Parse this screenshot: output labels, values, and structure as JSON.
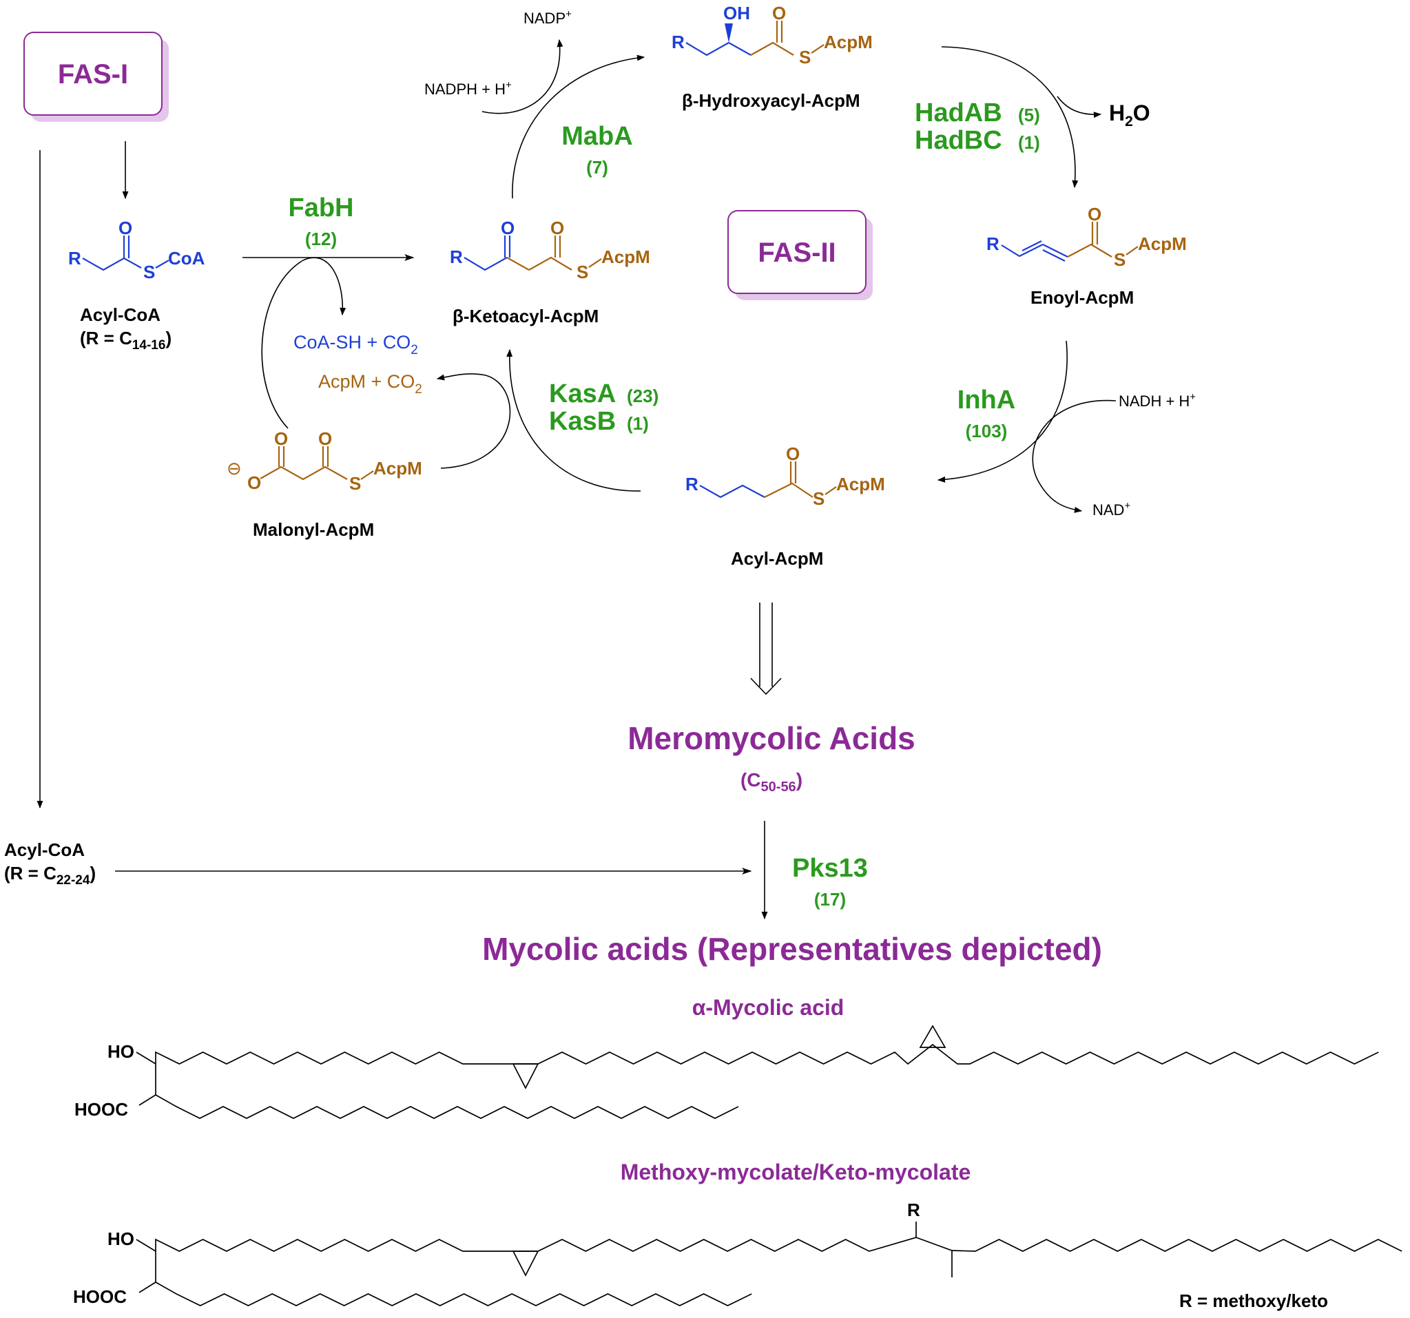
{
  "labels": {
    "fas1": "FAS-I",
    "fas2": "FAS-II",
    "acyl_coa_top_name": "Acyl-CoA",
    "acyl_coa_top_r": "(R = C",
    "acyl_coa_top_sub": "14-16",
    "acyl_coa_left_name": "Acyl-CoA",
    "acyl_coa_left_r": "(R = C",
    "acyl_coa_left_sub": "22-24",
    "r": "R",
    "o": "O",
    "oh": "OH",
    "s": "S",
    "coa": "CoA",
    "acpm": "AcpM",
    "malonyl_o_minus": "⊖",
    "beta_keto": "β-Ketoacyl-AcpM",
    "beta_hydroxy": "β-Hydroxyacyl-AcpM",
    "enoyl": "Enoyl-AcpM",
    "acyl_acpm": "Acyl-AcpM",
    "malonyl": "Malonyl-AcpM",
    "coash_co2": "CoA-SH + CO",
    "acpm_co2": "AcpM + CO",
    "sub2": "2",
    "nadph": "NADPH + H",
    "nadp": "NADP",
    "nadh": "NADH + H",
    "nad": "NAD",
    "plus": "+",
    "h2o_h": "H",
    "h2o_o": "O",
    "meromycolic": "Meromycolic Acids",
    "mero_c": "(C",
    "mero_sub": "50-56",
    "mero_close": ")",
    "mycolic": "Mycolic acids (Representatives depicted)",
    "alpha_mycolic": "α-Mycolic acid",
    "methoxy_keto": "Methoxy-mycolate/Keto-mycolate",
    "ho": "HO",
    "hooc": "HOOC",
    "r_def": "R = methoxy/keto",
    "close_paren": ")"
  },
  "enzymes": [
    {
      "name": "FabH",
      "count": "(12)"
    },
    {
      "name": "MabA",
      "count": "(7)"
    },
    {
      "name": "HadAB",
      "count": "(5)"
    },
    {
      "name": "HadBC",
      "count": "(1)"
    },
    {
      "name": "KasA",
      "count": "(23)"
    },
    {
      "name": "KasB",
      "count": "(1)"
    },
    {
      "name": "InhA",
      "count": "(103)"
    },
    {
      "name": "Pks13",
      "count": "(17)"
    }
  ],
  "colors": {
    "substrate_blue": "#1e3fd6",
    "acpm_brown": "#a66410",
    "enzyme_green": "#2a9a1e",
    "title_purple": "#8b2a96",
    "box_shadow": "#e3c6ea"
  }
}
